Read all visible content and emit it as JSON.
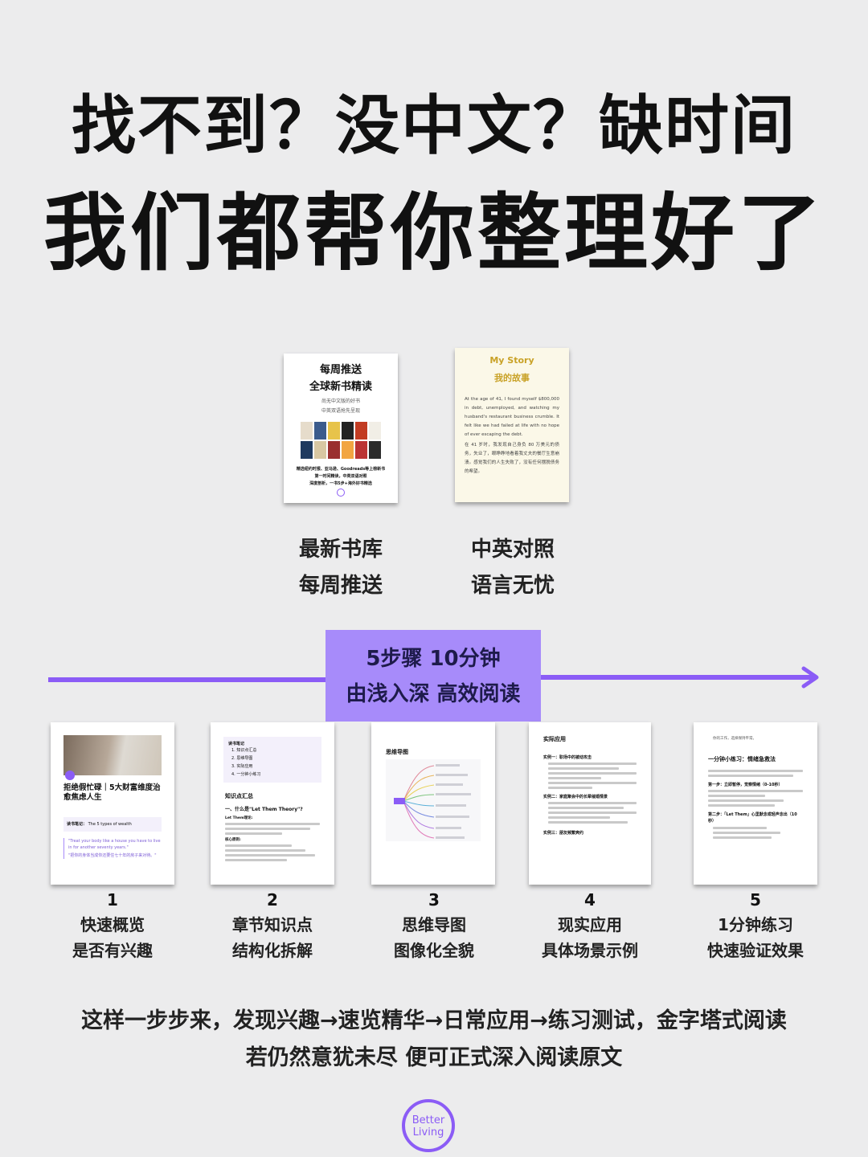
{
  "headline": {
    "line1": "找不到？没中文？缺时间",
    "line2": "我们都帮你整理好了"
  },
  "feature_cards": {
    "weekly": {
      "title1": "每周推送",
      "title2": "全球新书精读",
      "sub1": "尚无中文版的好书",
      "sub2": "中英双语抢先呈现",
      "body1": "精选纽约时报、亚马逊、Goodreads等上榜新书",
      "body2": "第一时间精读，中英双语对照",
      "body3": "深度剖析，一书5步+海外好书精选",
      "caption1": "最新书库",
      "caption2": "每周推送"
    },
    "story": {
      "title_en": "My Story",
      "title_cn": "我的故事",
      "para_en": "At the age of 41, I found myself $800,000 in debt, unemployed, and watching my husband's restaurant business crumble. It felt like we had failed at life with no hope of ever escaping the debt.",
      "para_cn": "在 41 岁时，我发现自己身负 80 万美元的债务，失业了，眼睁睁地看着我丈夫的餐厅生意崩溃。感觉我们的人生失败了，没有任何摆脱债务的希望。",
      "caption1": "中英对照",
      "caption2": "语言无忧"
    }
  },
  "banner": {
    "line1": "5步骤 10分钟",
    "line2": "由浅入深 高效阅读"
  },
  "steps": [
    {
      "num": "1",
      "label1": "快速概览",
      "label2": "是否有兴趣"
    },
    {
      "num": "2",
      "label1": "章节知识点",
      "label2": "结构化拆解"
    },
    {
      "num": "3",
      "label1": "思维导图",
      "label2": "图像化全貌"
    },
    {
      "num": "4",
      "label1": "现实应用",
      "label2": "具体场景示例"
    },
    {
      "num": "5",
      "label1": "1分钟练习",
      "label2": "快速验证效果"
    }
  ],
  "step_pages": {
    "p1": {
      "book_title": "拒绝假忙碌｜5大财富维度治愈焦虑人生",
      "note_label": "读书笔记：",
      "note_val": "The 5 types of wealth",
      "quote_en": "\"Treat your body like a house you have to live in for another seventy years.\"",
      "quote_cn": "\"把你的身体当成你还要住七十年的房子来对待。\""
    },
    "p2": {
      "toc_title": "读书笔记",
      "toc": [
        "1. 知识点汇总",
        "2. 思维导图",
        "3. 实际应用",
        "4. 一分钟小练习"
      ],
      "section": "知识点汇总",
      "heading": "一、什么是\"Let Them Theory\"?",
      "sub1": "Let Them理论:",
      "sub2": "核心原则:"
    },
    "p3": {
      "title": "思维导图"
    },
    "p4": {
      "title": "实际应用",
      "ex1": "实例一：职场中的被动攻击",
      "ex2": "实例二：家庭聚会中的长辈催婚情景",
      "ex3": "实例三：朋友频繁爽约"
    },
    "p5": {
      "intro": "你的工作，选择保持平常。",
      "title": "一分钟小练习：情绪急救法",
      "step1": "第一步：立即暂停，觉察情绪（0-10秒）",
      "step2": "第二步：「Let Them」心里默念或轻声念出（10秒）"
    }
  },
  "summary": {
    "line1": "这样一步步来，发现兴趣→速览精华→日常应用→练习测试，金字塔式阅读",
    "line2": "若仍然意犹未尽 便可正式深入阅读原文"
  },
  "logo": {
    "line1": "Better",
    "line2": "Living"
  },
  "colors": {
    "accent": "#8b5cf6",
    "banner": "#a78bfa",
    "background": "#ececed"
  }
}
